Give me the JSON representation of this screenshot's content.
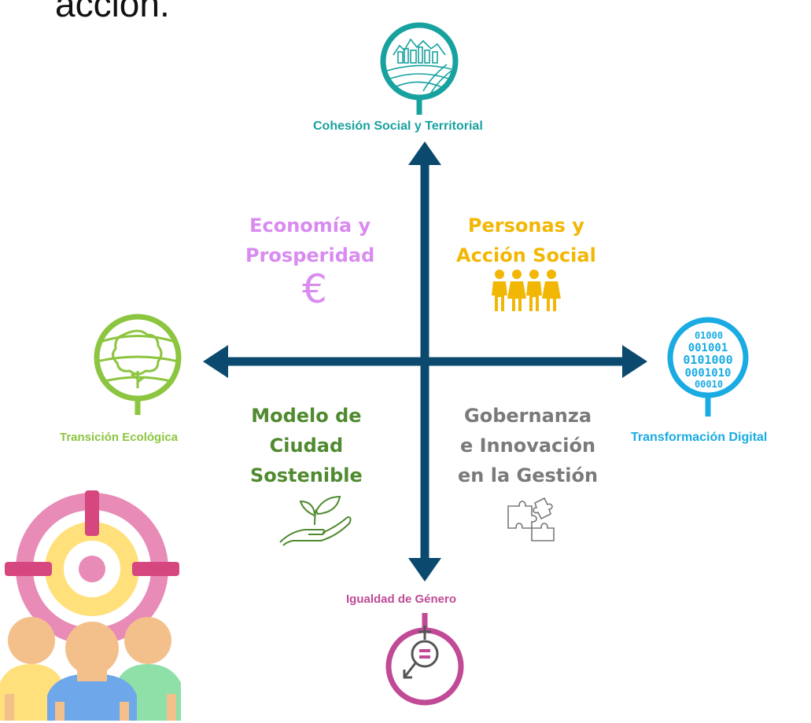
{
  "heading": {
    "text": "acción."
  },
  "axes": {
    "top": {
      "label": "Cohesión Social y Territorial",
      "color": "#17a2a0",
      "icon": "landscape-city-icon"
    },
    "left": {
      "label": "Transición Ecológica",
      "color": "#8cc53f",
      "icon": "tree-globe-icon"
    },
    "right": {
      "label": "Transformación Digital",
      "color": "#1aabe3",
      "icon": "binary-globe-icon"
    },
    "bottom": {
      "label": "Igualdad de Género",
      "color": "#c04a96",
      "icon": "gender-equality-icon"
    },
    "arrow_color": "#0b4a6e"
  },
  "quadrants": {
    "top_left": {
      "lines": [
        "Economía y",
        "Prosperidad"
      ],
      "color": "#d98bf0",
      "icon": "euro-icon"
    },
    "top_right": {
      "lines": [
        "Personas y",
        "Acción Social"
      ],
      "color": "#f2b705",
      "icon": "people-icon"
    },
    "bottom_left": {
      "lines": [
        "Modelo de",
        "Ciudad",
        "Sostenible"
      ],
      "color": "#4f8a2f",
      "icon": "plant-hand-icon"
    },
    "bottom_right": {
      "lines": [
        "Gobernanza",
        "e Innovación",
        "en la Gestión"
      ],
      "color": "#7a7a7a",
      "icon": "puzzle-icon"
    }
  },
  "decor": {
    "icon": "target-team-icon"
  }
}
